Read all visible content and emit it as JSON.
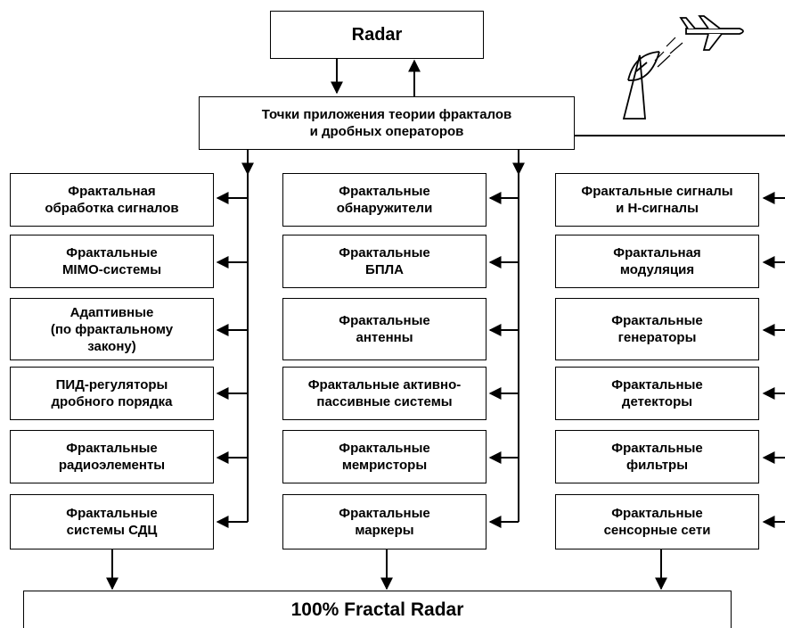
{
  "top_box": "Radar",
  "hub_box": "Точки приложения теории фракталов\nи дробных операторов",
  "bottom_box": "100% Fractal Radar",
  "columns": [
    {
      "items": [
        "Фрактальная\nобработка сигналов",
        "Фрактальные\nMIMO-системы",
        "Адаптивные\n(по фрактальному\nзакону)",
        "ПИД-регуляторы\nдробного порядка",
        "Фрактальные\nрадиоэлементы",
        "Фрактальные\nсистемы СДЦ"
      ]
    },
    {
      "items": [
        "Фрактальные\nобнаружители",
        "Фрактальные\nБПЛА",
        "Фрактальные\nантенны",
        "Фрактальные активно-\nпассивные системы",
        "Фрактальные\nмемристоры",
        "Фрактальные\nмаркеры"
      ]
    },
    {
      "items": [
        "Фрактальные сигналы\nи H-сигналы",
        "Фрактальная\nмодуляция",
        "Фрактальные\nгенераторы",
        "Фрактальные\nдетекторы",
        "Фрактальные\nфильтры",
        "Фрактальные\nсенсорные сети"
      ]
    }
  ],
  "icons": [
    "radar-antenna-icon",
    "airplane-icon"
  ]
}
